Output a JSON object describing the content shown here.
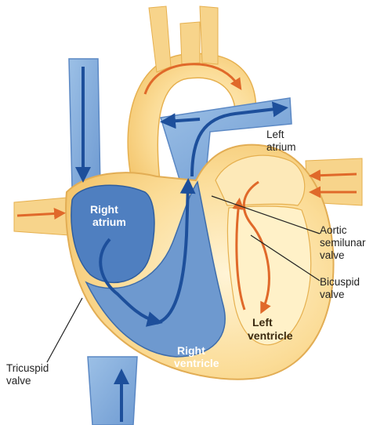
{
  "diagram": {
    "colors": {
      "deoxygenated": "#7ea7d6",
      "deoxygenated_dark": "#3f6fb4",
      "oxygenated": "#f6cf7f",
      "oxygenated_light": "#fbe6b4",
      "flow_arrow_blue": "#1d4f9b",
      "flow_arrow_red": "#e0692a",
      "leader_line": "#222222"
    },
    "labels": {
      "right_atrium": [
        "Right",
        "atrium"
      ],
      "right_ventricle": [
        "Right",
        "ventricle"
      ],
      "left_atrium": [
        "Left",
        "atrium"
      ],
      "left_ventricle": [
        "Left",
        "ventricle"
      ],
      "aortic_valve": [
        "Aortic",
        "semilunar",
        "valve"
      ],
      "bicuspid_valve": [
        "Bicuspid",
        "valve"
      ],
      "tricuspid_valve": [
        "Tricuspid",
        "valve"
      ]
    }
  }
}
